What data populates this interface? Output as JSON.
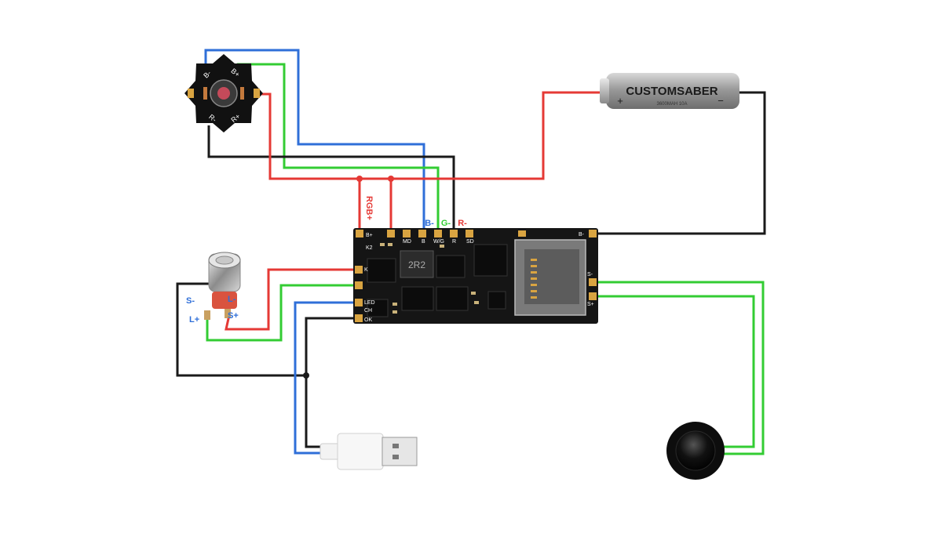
{
  "colors": {
    "red": "#e53935",
    "green": "#33cc33",
    "blue": "#2f6fd8",
    "black": "#1a1a1a",
    "board": "#151515",
    "pad": "#d9a441",
    "labelRed": "#e53935",
    "labelBlue": "#2f6fd8",
    "labelGreen": "#33cc33"
  },
  "led": {
    "labels": [
      "B-",
      "B+",
      "R-",
      "R+"
    ]
  },
  "battery": {
    "brand": "CUSTOMSABER",
    "plus": "+",
    "minus": "−",
    "spec": "3600MAH 10A"
  },
  "board": {
    "rgb_label": "RGB+",
    "b_minus": "B-",
    "g_minus": "G-",
    "r_minus": "R-",
    "inductor": "2R2",
    "silk": {
      "bplus": "B+",
      "k2": "K2",
      "k1": "K",
      "led": "LED",
      "ch": "CH",
      "ok": "OK",
      "md": "MD",
      "b": "B",
      "wg": "W/G",
      "r": "R",
      "sd": "SD",
      "bminus": "B-",
      "sminus": "S-",
      "splus": "S+"
    }
  },
  "switch": {
    "s_minus": "S-",
    "l_minus": "L-",
    "l_plus": "L+",
    "s_plus": "S+"
  }
}
